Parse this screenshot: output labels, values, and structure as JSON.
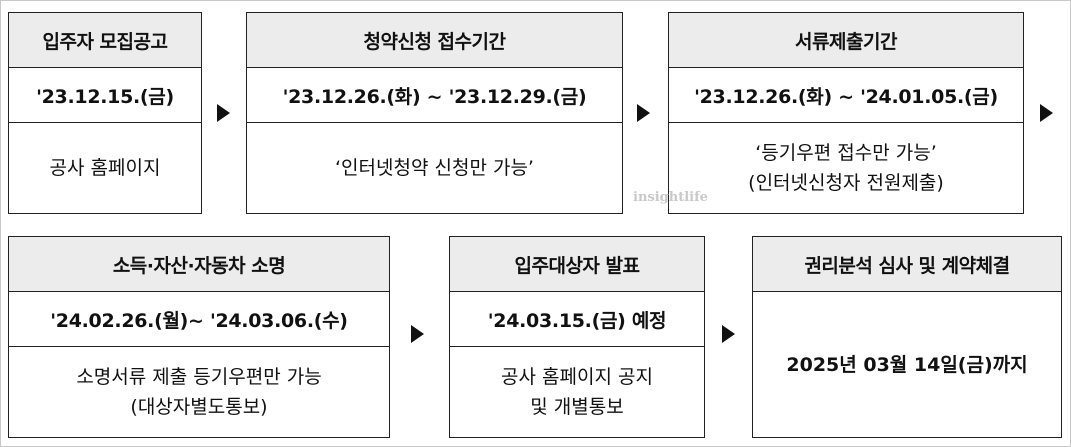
{
  "steps": [
    {
      "title": "입주자 모집공고",
      "date": "'23.12.15.(금)",
      "note": [
        "공사 홈페이지"
      ]
    },
    {
      "title": "청약신청 접수기간",
      "date": "'23.12.26.(화) ~ '23.12.29.(금)",
      "note": [
        "‘인터넷청약 신청만 가능’"
      ]
    },
    {
      "title": "서류제출기간",
      "date": "'23.12.26.(화) ~ '24.01.05.(금)",
      "note": [
        "‘등기우편 접수만 가능’",
        "(인터넷신청자 전원제출)"
      ]
    },
    {
      "title": "소득·자산·자동차 소명",
      "date": "'24.02.26.(월)~ '24.03.06.(수)",
      "note": [
        "소명서류 제출 등기우편만 가능",
        "(대상자별도통보)"
      ]
    },
    {
      "title": "입주대상자 발표",
      "date": "'24.03.15.(금) 예정",
      "note": [
        "공사 홈페이지 공지",
        "및 개별통보"
      ]
    },
    {
      "title": "권리분석 심사 및 계약체결",
      "note": [
        "2025년 03월 14일(금)까지"
      ]
    }
  ],
  "watermark": "insightlife",
  "icons": {
    "arrow": "arrow-right-icon"
  }
}
